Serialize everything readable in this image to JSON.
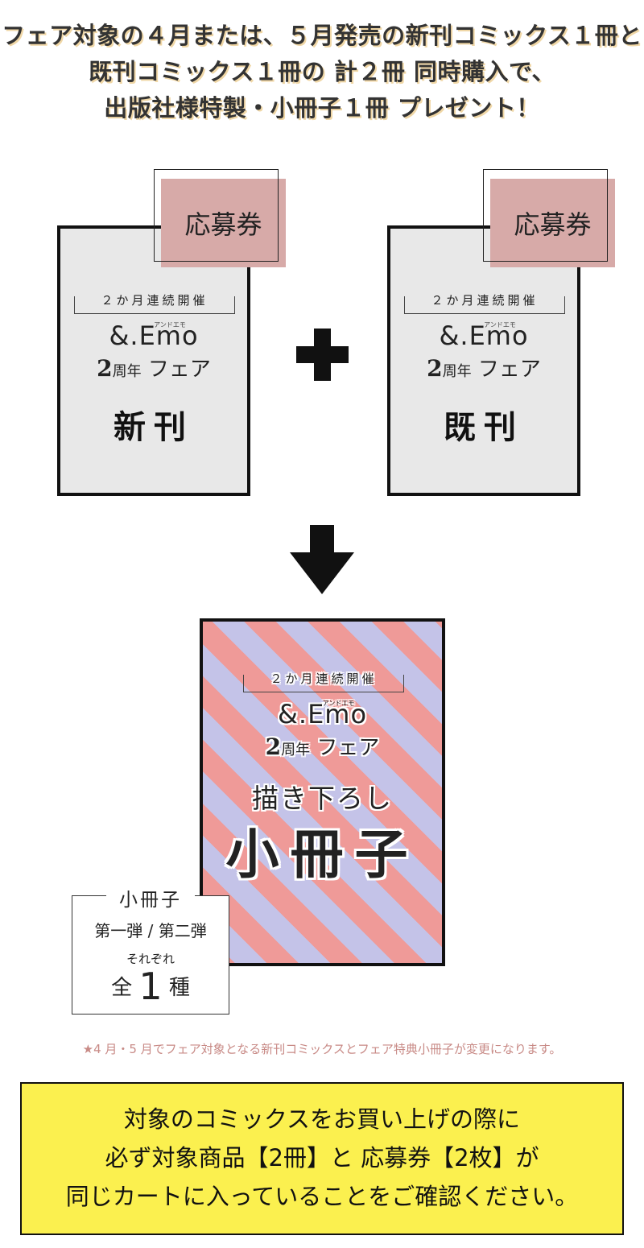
{
  "headline": {
    "line1": "フェア対象の４月または、５月発売の新刊コミックス１冊と",
    "line2": "既刊コミックス１冊の 計２冊 同時購入で、",
    "line3": "出版社様特製・小冊子１冊 プレゼント！"
  },
  "voucher_label": "応募券",
  "fair": {
    "bracket": "２か月連続開催",
    "brand": "&.Emo",
    "ruby": "アンドエモ",
    "anniv_num": "2",
    "anniv_text": "周年",
    "fair_text": "フェア"
  },
  "cards": [
    {
      "label": "新刊"
    },
    {
      "label": "既刊"
    }
  ],
  "booklet": {
    "sub": "描き下ろし",
    "title": "小冊子"
  },
  "set": {
    "header": "小冊子",
    "line1": "第一弾 / 第二弾",
    "line2": "それぞれ",
    "line3_pre": "全",
    "line3_num": "1",
    "line3_post": "種"
  },
  "note": "★4 月・5 月でフェア対象となる新刊コミックスとフェア特典小冊子が変更になります。",
  "notice": {
    "line1": "対象のコミックスをお買い上げの際に",
    "line2": "必ず対象商品【2冊】と 応募券【2枚】が",
    "line3": "同じカートに入っていることをご確認ください。"
  },
  "colors": {
    "voucher": "#d7aaa8",
    "card_bg": "#e8e8e8",
    "stripe_pink": "#ef9a98",
    "stripe_blue": "#c4c3e8",
    "notice_bg": "#fbf04f",
    "note_text": "#c88a86"
  }
}
